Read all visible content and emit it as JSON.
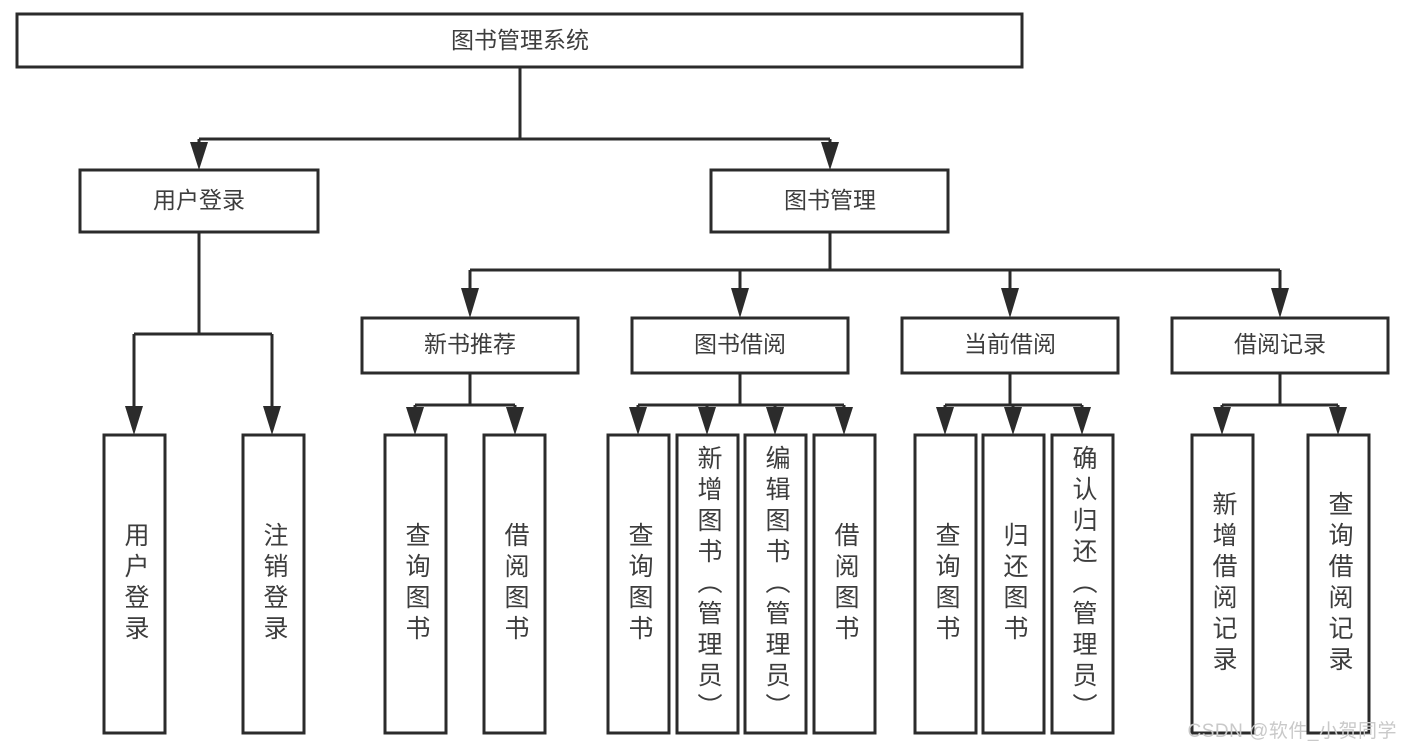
{
  "diagram": {
    "type": "tree-hierarchy",
    "title": "图书管理系统",
    "orientation": "top-down",
    "colors": {
      "box_stroke": "#2b2b2b",
      "box_fill": "#ffffff",
      "text": "#3d3d3d",
      "connector": "#2b2b2b",
      "background": "#ffffff",
      "watermark": "#c9c9c9"
    },
    "nodes": {
      "root": {
        "label": "图书管理系统"
      },
      "level2": [
        {
          "label": "用户登录"
        },
        {
          "label": "图书管理"
        }
      ],
      "level3": [
        {
          "label": "新书推荐"
        },
        {
          "label": "图书借阅"
        },
        {
          "label": "当前借阅"
        },
        {
          "label": "借阅记录"
        }
      ],
      "leaves": {
        "user_login": [
          {
            "label": "用户登录"
          },
          {
            "label": "注销登录"
          }
        ],
        "new_book_recommend": [
          {
            "label": "查询图书"
          },
          {
            "label": "借阅图书"
          }
        ],
        "book_borrow": [
          {
            "label": "查询图书"
          },
          {
            "label": "新增图书（管理员）"
          },
          {
            "label": "编辑图书（管理员）"
          },
          {
            "label": "借阅图书"
          }
        ],
        "current_borrow": [
          {
            "label": "查询图书"
          },
          {
            "label": "归还图书"
          },
          {
            "label": "确认归还（管理员）"
          }
        ],
        "borrow_record": [
          {
            "label": "新增借阅记录"
          },
          {
            "label": "查询借阅记录"
          }
        ]
      }
    },
    "watermark": "CSDN @软件_小贺同学"
  }
}
